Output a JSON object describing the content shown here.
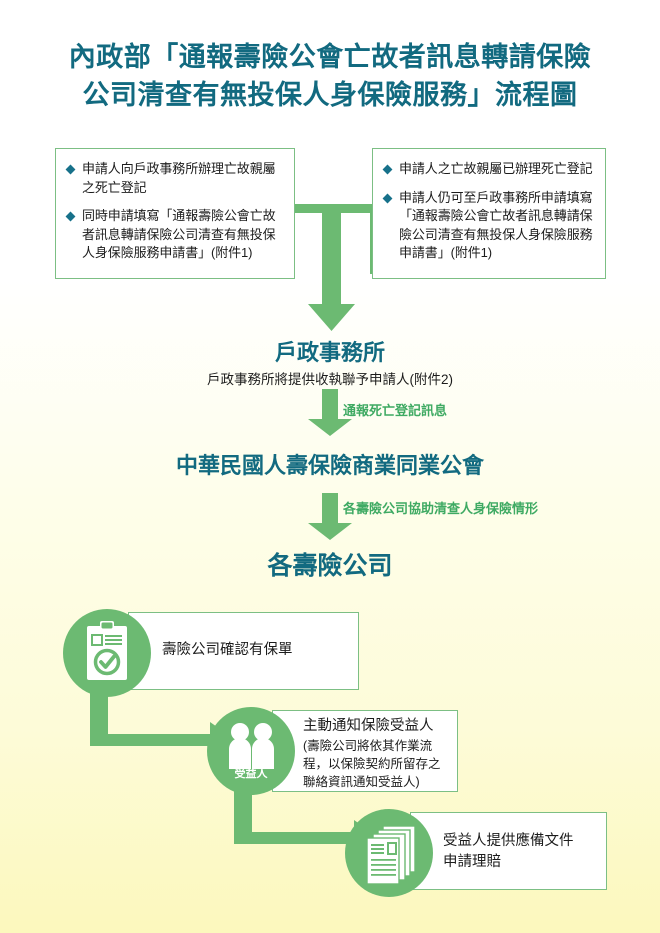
{
  "theme": {
    "teal": "#126a80",
    "green": "#6cba72",
    "green_border": "#7cbf84",
    "label_green": "#3faa63",
    "box_bg": "#ffffff",
    "page_bg_top": "#ffffff",
    "page_bg_bottom": "#fcf8bd"
  },
  "title": {
    "line1": "內政部「通報壽險公會亡故者訊息轉請保險",
    "line2": "公司清查有無投保人身保險服務」流程圖"
  },
  "top_boxes": {
    "left": {
      "name": "applicant-new-registration-box",
      "bullets": [
        "申請人向戶政事務所辦理亡故親屬之死亡登記",
        "同時申請填寫「通報壽險公會亡故者訊息轉請保險公司清查有無投保人身保險服務申請書」(附件1)"
      ]
    },
    "right": {
      "name": "applicant-existing-registration-box",
      "bullets": [
        "申請人之亡故親屬已辦理死亡登記",
        "申請人仍可至戶政事務所申請填寫「通報壽險公會亡故者訊息轉請保險公司清查有無投保人身保險服務申請書」(附件1)"
      ]
    }
  },
  "stages": {
    "household_office": {
      "heading": "戶政事務所",
      "subtitle": "戶政事務所將提供收執聯予申請人(附件2)"
    },
    "association": {
      "heading": "中華民國人壽保險商業同業公會"
    },
    "life_insurers": {
      "heading": "各壽險公司"
    }
  },
  "arrow_labels": {
    "to_association": "通報死亡登記訊息",
    "to_insurers": "各壽險公司協助清查人身保險情形"
  },
  "steps": [
    {
      "icon": "clipboard-check-icon",
      "circle_label": "",
      "main": "壽險公司確認有保單",
      "sub_lines": []
    },
    {
      "icon": "beneficiaries-people-icon",
      "circle_label": "受益人",
      "main": "主動通知保險受益人",
      "sub_lines": [
        "(壽險公司將依其作業流",
        "程，以保險契約所留存之",
        "聯絡資訊通知受益人)"
      ]
    },
    {
      "icon": "documents-stack-icon",
      "circle_label": "",
      "main": "",
      "sub_lines": [
        "受益人提供應備文件",
        "申請理賠"
      ]
    }
  ]
}
